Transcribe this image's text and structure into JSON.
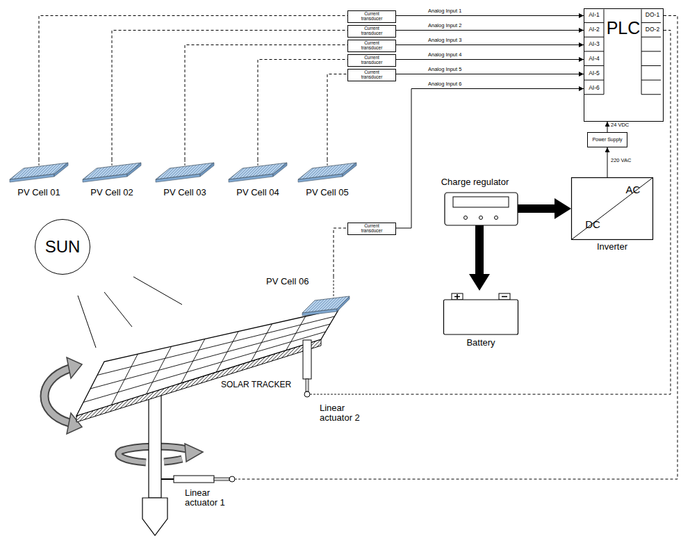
{
  "diagram": {
    "nodes": [
      {
        "text": [
          "Current transducer"
        ]
      },
      {
        "text": [
          "Current transducer"
        ]
      },
      {
        "text": [
          "Current transducer"
        ]
      },
      {
        "text": [
          "Current transducer"
        ]
      },
      {
        "text": [
          "Current transducer"
        ]
      },
      {
        "text": [
          "PLC"
        ]
      },
      {
        "text": [
          "PV Cell 01"
        ]
      },
      {
        "text": [
          "PV Cell 02"
        ]
      },
      {
        "text": [
          "PV Cell 03"
        ]
      },
      {
        "text": [
          "PV Cell 04"
        ]
      },
      {
        "text": [
          "PV Cell 05"
        ]
      },
      {
        "text": [
          "Power Supply"
        ]
      },
      {
        "text": [
          "Charge regulator"
        ]
      },
      {
        "text": [
          "AC",
          "DC",
          "Inverter"
        ]
      },
      {
        "text": [
          "SUN"
        ]
      },
      {
        "text": [
          "Current transducer"
        ]
      },
      {
        "text": [
          "PV Cell 06"
        ]
      },
      {
        "text": [
          "Battery"
        ]
      },
      {
        "text": [
          "Linear actuator 2"
        ]
      },
      {
        "text": [
          "Linear actuator 1"
        ]
      }
    ],
    "edges": [
      {
        "from": 6,
        "to": 0,
        "arrow": "none"
      },
      {
        "from": 7,
        "to": 1,
        "arrow": "none"
      },
      {
        "from": 8,
        "to": 2,
        "arrow": "none"
      },
      {
        "from": 9,
        "to": 3,
        "arrow": "none"
      },
      {
        "from": 10,
        "to": 4,
        "arrow": "none"
      },
      {
        "from": 0,
        "to": 5,
        "label": "Analog Input 1",
        "arrow": "to"
      },
      {
        "from": 1,
        "to": 5,
        "label": "Analog Input 2",
        "arrow": "to"
      },
      {
        "from": 2,
        "to": 5,
        "label": "Analog Input 3",
        "arrow": "to"
      },
      {
        "from": 3,
        "to": 5,
        "label": "Analog Input 4",
        "arrow": "to"
      },
      {
        "from": 4,
        "to": 5,
        "label": "Analog Input 5",
        "arrow": "to"
      },
      {
        "from": 16,
        "to": 15,
        "arrow": "none"
      },
      {
        "from": 15,
        "to": 5,
        "label": "Analog Input 6",
        "arrow": "to"
      },
      {
        "from": 11,
        "to": 5,
        "label": "24 VDC",
        "arrow": "to"
      },
      {
        "from": 13,
        "to": 11,
        "label": "220 VAC",
        "arrow": "to"
      },
      {
        "from": 12,
        "to": 13,
        "arrow": "to"
      },
      {
        "from": 12,
        "to": 17,
        "arrow": "to"
      },
      {
        "from": 5,
        "to": 19,
        "arrow": "none"
      },
      {
        "from": 5,
        "to": 18,
        "arrow": "none"
      }
    ],
    "labels": [
      "AI-1",
      "AI-2",
      "AI-3",
      "AI-4",
      "AI-5",
      "AI-6",
      "DO-1",
      "DO-2",
      "SOLAR TRACKER"
    ]
  }
}
